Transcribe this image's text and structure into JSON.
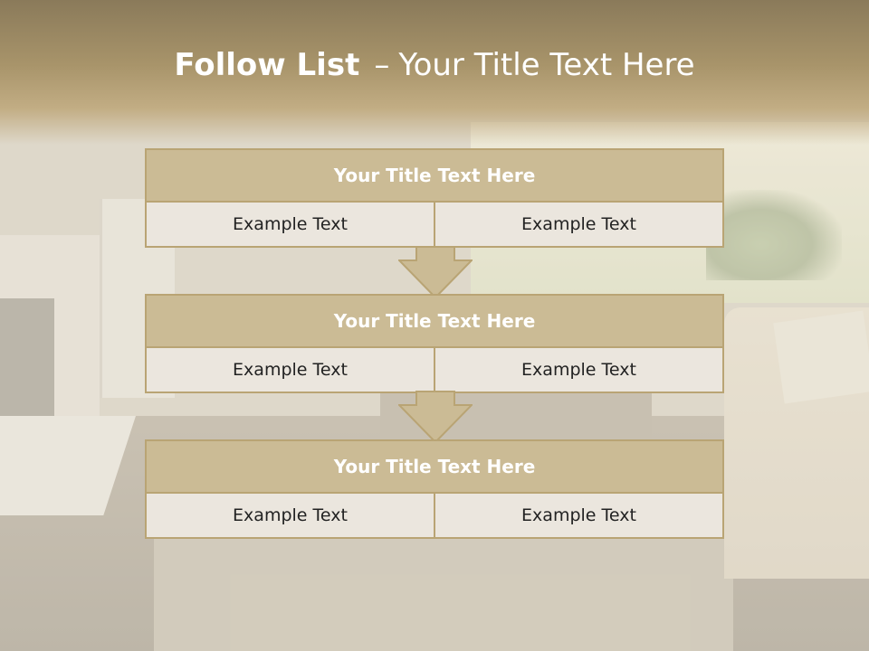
{
  "slide": {
    "title_bold": "Follow List",
    "title_dash": "–",
    "title_rest": "Your Title Text Here"
  },
  "steps": [
    {
      "title": "Your Title Text Here",
      "left": "Example Text",
      "right": "Example Text"
    },
    {
      "title": "Your Title Text Here",
      "left": "Example Text",
      "right": "Example Text"
    },
    {
      "title": "Your Title Text Here",
      "left": "Example Text",
      "right": "Example Text"
    }
  ],
  "colors": {
    "header_fill": "#cbbb95",
    "cell_fill": "#ebe6de",
    "border": "#b9a474",
    "title_band": "#a8946a"
  },
  "icons": {
    "connector": "down-arrow-icon"
  }
}
